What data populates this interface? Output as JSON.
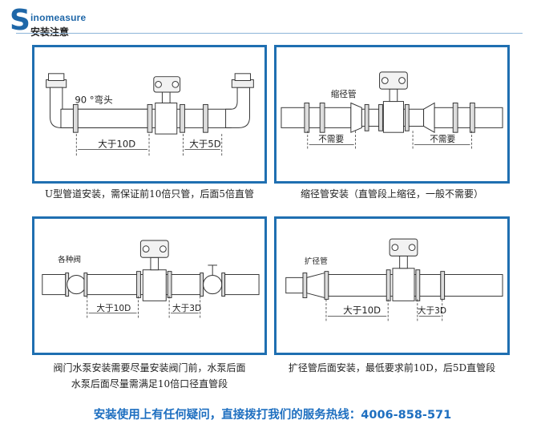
{
  "header": {
    "logo_letter": "S",
    "brand": "inomeasure",
    "subtitle": "安装注意"
  },
  "panels": [
    {
      "caption": "U型管道安装，需保证前10倍只管，后面5倍直管",
      "labels": {
        "elbow": "90 °弯头",
        "upstream": "大于10D",
        "downstream": "大于5D"
      }
    },
    {
      "caption": "缩径管安装（直管段上缩径，一般不需要）",
      "labels": {
        "reducer": "缩径管",
        "upstream": "不需要",
        "downstream": "不需要"
      }
    },
    {
      "caption_line1": "阀门水泵安装需要尽量安装阀门前，水泵后面",
      "caption_line2": "水泵后面尽量需满足10倍口径直管段",
      "labels": {
        "valve": "各种阀",
        "upstream": "大于10D",
        "downstream": "大于3D"
      }
    },
    {
      "caption": "扩径管后面安装，最低要求前10D，后5D直管段",
      "labels": {
        "expander": "扩径管",
        "upstream": "大于10D",
        "downstream": "大于3D"
      }
    }
  ],
  "footer": {
    "hotline": "安装使用上有任何疑问，直接拨打我们的服务热线：4006-858-571"
  }
}
